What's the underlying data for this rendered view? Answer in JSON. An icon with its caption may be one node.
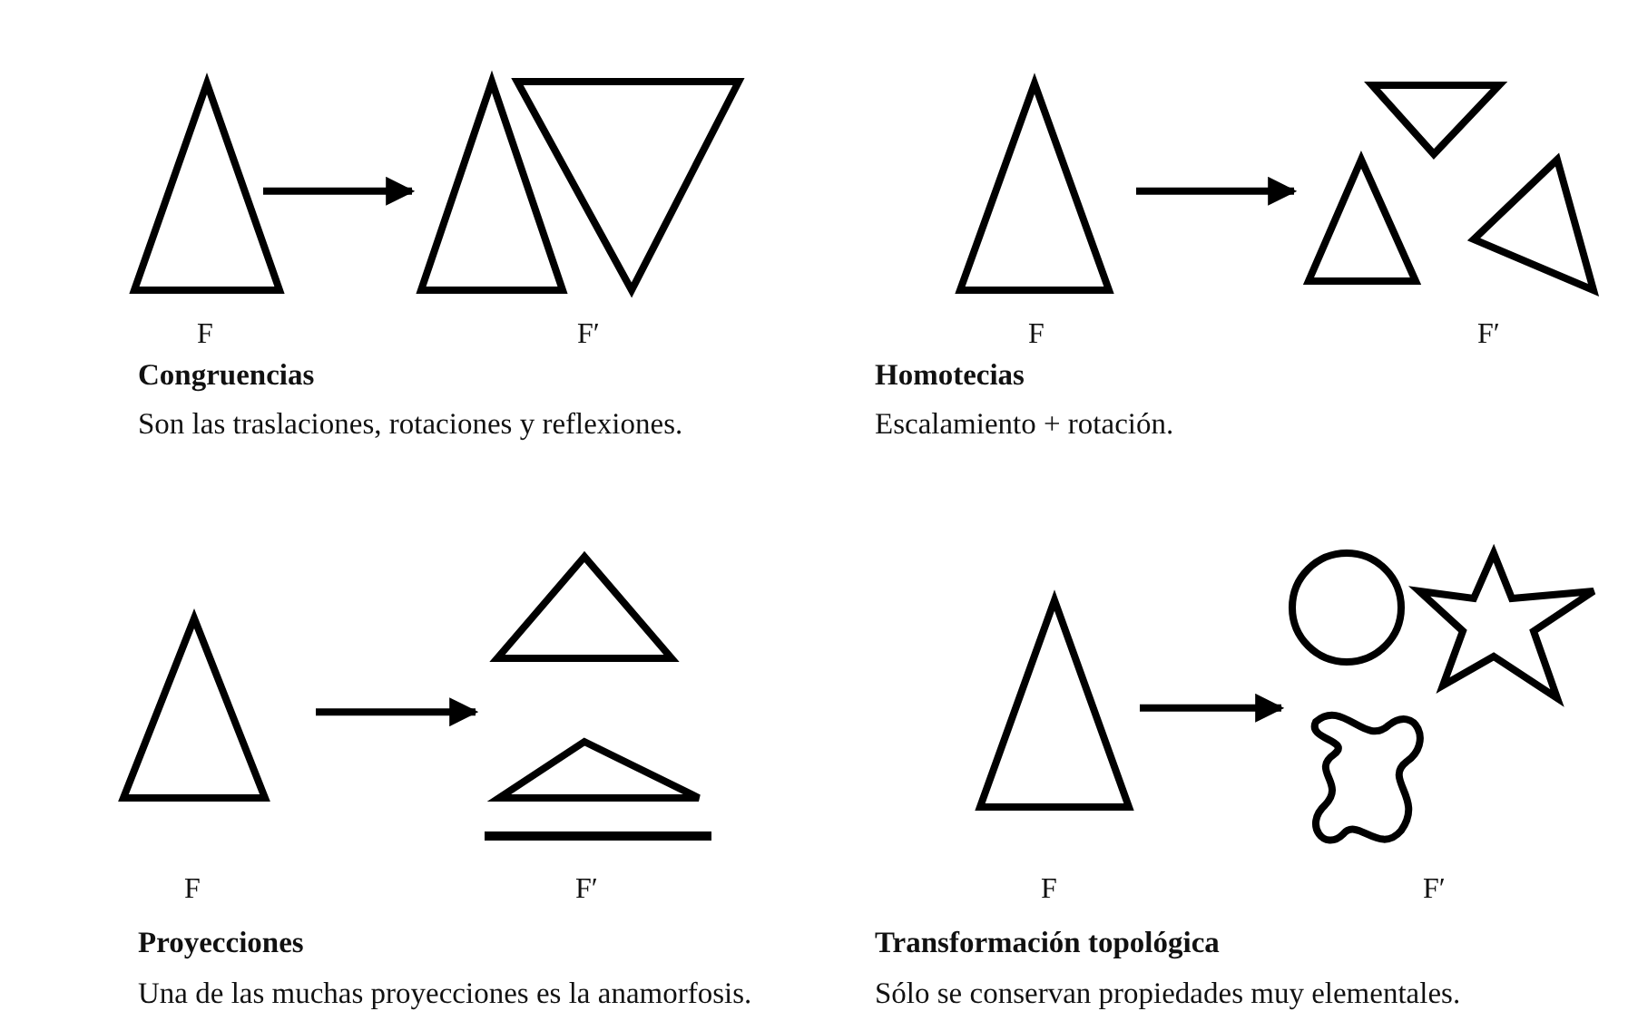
{
  "diagram": {
    "nodes": [
      {
        "text": [],
        "shape": "triangle",
        "beside": [
          "F"
        ]
      },
      {
        "text": [],
        "shape": "picture",
        "beside": [
          "F′"
        ]
      },
      {
        "text": [],
        "shape": "triangle",
        "beside": [
          "F"
        ]
      },
      {
        "text": [],
        "shape": "picture",
        "beside": [
          "F′"
        ]
      },
      {
        "text": [],
        "shape": "triangle",
        "beside": [
          "F"
        ]
      },
      {
        "text": [],
        "shape": "picture",
        "beside": [
          "F′"
        ]
      },
      {
        "text": [],
        "shape": "triangle",
        "beside": [
          "F"
        ]
      },
      {
        "text": [],
        "shape": "picture",
        "beside": [
          "F′"
        ]
      }
    ],
    "edges": [
      {
        "from": 0,
        "to": 1,
        "arrow": "to"
      },
      {
        "from": 2,
        "to": 3,
        "arrow": "to"
      },
      {
        "from": 4,
        "to": 5,
        "arrow": "to"
      },
      {
        "from": 6,
        "to": 7,
        "arrow": "to"
      }
    ],
    "labels": [
      "Congruencias",
      "Son las traslaciones, rotaciones y reflexiones.",
      "Homotecias",
      "Escalamiento + rotación.",
      "Proyecciones",
      "Una de las muchas proyecciones es la anamorfosis.",
      "Transformación topológica",
      "Sólo se conservan propiedades muy elementales."
    ]
  }
}
